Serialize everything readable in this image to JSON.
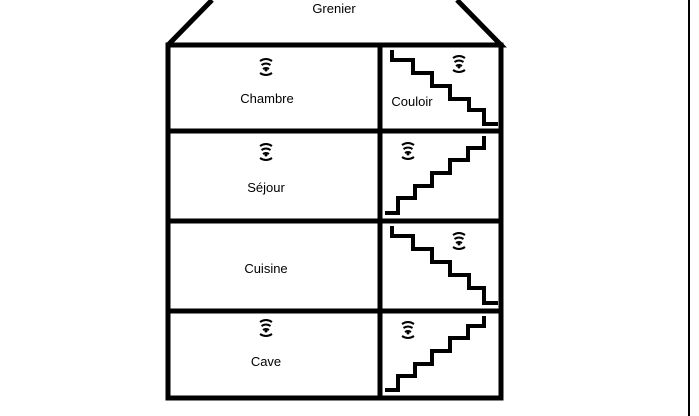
{
  "rooms": {
    "attic": "Grenier",
    "bedroom": "Chambre",
    "hallway": "Couloir",
    "living": "Séjour",
    "kitchen": "Cuisine",
    "cellar": "Cave"
  },
  "sensors": {
    "bedroom": true,
    "hallway": true,
    "living": true,
    "kitchen": false,
    "cellar": true,
    "stair_living": true,
    "stair_kitchen": true,
    "stair_cellar": true
  },
  "colors": {
    "stroke": "#000000",
    "background": "#ffffff"
  }
}
